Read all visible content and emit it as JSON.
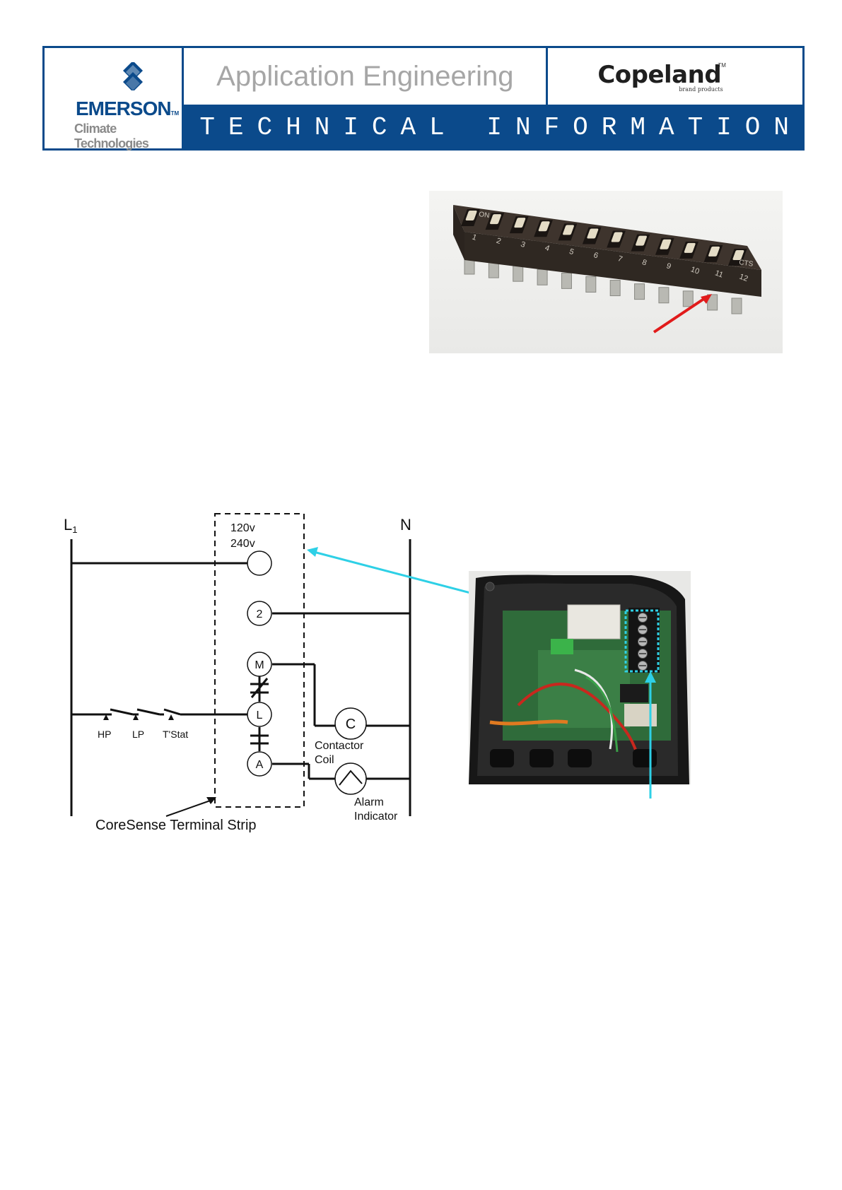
{
  "header": {
    "brand_left": "EMERSON",
    "brand_left_tm": "TM",
    "brand_left_sub": "Climate Technologies",
    "title": "Application Engineering",
    "brand_right": "Copeland",
    "brand_right_tm": "TM",
    "brand_right_sub": "brand products",
    "banner": "TECHNICAL INFORMATION"
  },
  "dip_switch": {
    "on_label": "ON",
    "cts_label": "CTS",
    "switch_numbers": [
      "1",
      "2",
      "3",
      "4",
      "5",
      "6",
      "7",
      "8",
      "9",
      "10",
      "11",
      "12"
    ]
  },
  "wiring": {
    "line_label": "L",
    "line_subscript": "1",
    "neutral_label": "N",
    "voltage_1": "120v",
    "voltage_2": "240v",
    "terminals": [
      "2",
      "M",
      "L",
      "A"
    ],
    "switches": [
      "HP",
      "LP",
      "T'Stat"
    ],
    "contactor_symbol": "C",
    "contactor_label_1": "Contactor",
    "contactor_label_2": "Coil",
    "alarm_label_1": "Alarm",
    "alarm_label_2": "Indicator",
    "strip_label": "CoreSense Terminal Strip"
  },
  "colors": {
    "brand_blue": "#0b4a8b",
    "pointer_cyan": "#2ed0e6",
    "pointer_red": "#e11b1b"
  }
}
